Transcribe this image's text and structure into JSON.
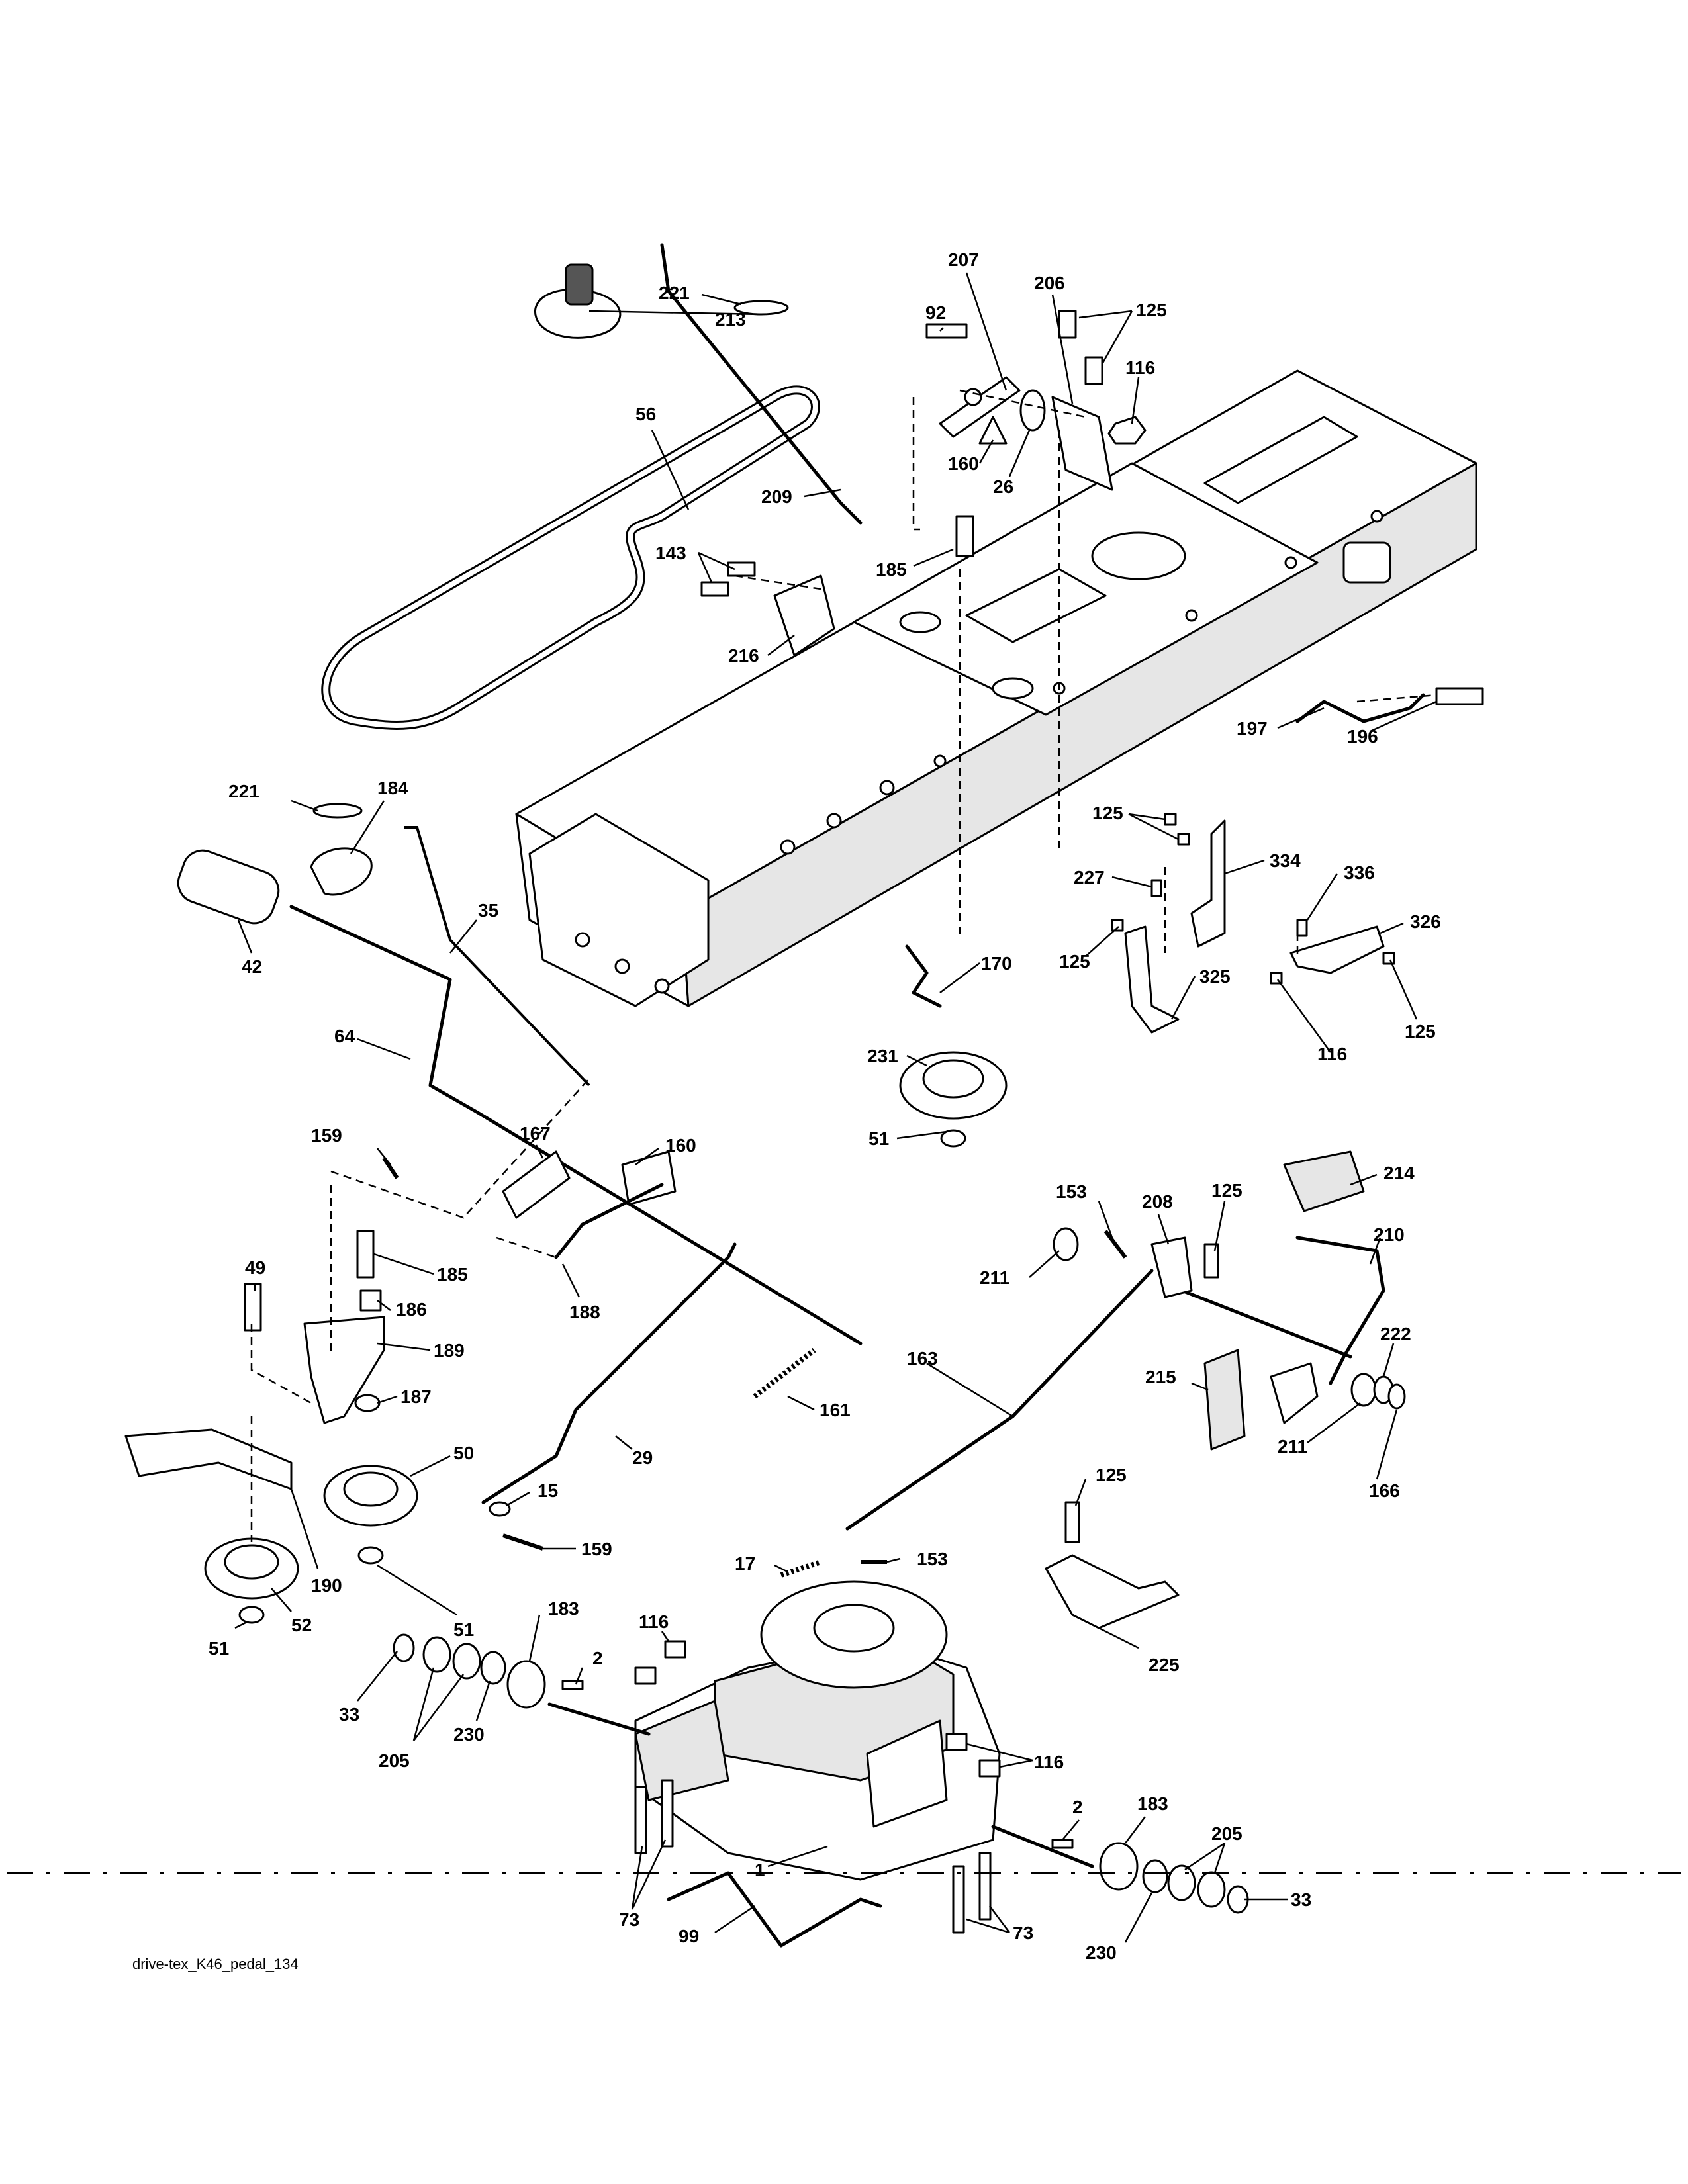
{
  "caption": "drive-tex_K46_pedal_134",
  "labels": [
    "221",
    "213",
    "207",
    "206",
    "125",
    "92",
    "116",
    "56",
    "160",
    "26",
    "209",
    "185",
    "143",
    "216",
    "197",
    "196",
    "221",
    "184",
    "35",
    "42",
    "125",
    "334",
    "227",
    "336",
    "326",
    "170",
    "125",
    "325",
    "125",
    "231",
    "116",
    "64",
    "167",
    "160",
    "51",
    "159",
    "214",
    "153",
    "208",
    "125",
    "185",
    "49",
    "186",
    "210",
    "189",
    "211",
    "188",
    "222",
    "187",
    "163",
    "161",
    "50",
    "215",
    "211",
    "166",
    "29",
    "15",
    "159",
    "125",
    "17",
    "153",
    "190",
    "52",
    "51",
    "51",
    "183",
    "116",
    "2",
    "33",
    "225",
    "205",
    "230",
    "116",
    "183",
    "2",
    "73",
    "1",
    "205",
    "33",
    "73",
    "99",
    "230"
  ]
}
